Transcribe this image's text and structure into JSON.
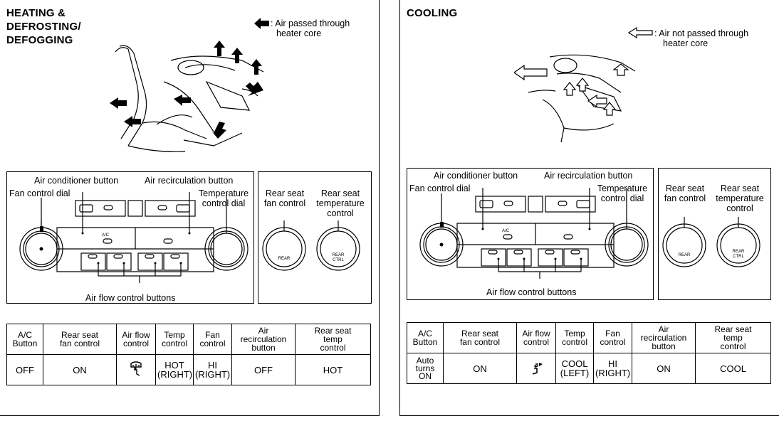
{
  "heating": {
    "title_lines": [
      "HEATING &",
      "DEFROSTING/",
      "DEFOGGING"
    ],
    "legend_lines": [
      ": Air passed through",
      "heater core"
    ],
    "labels": {
      "ac_button": "Air conditioner button",
      "recirc_button": "Air recirculation button",
      "fan_dial": "Fan control dial",
      "temp_dial": [
        "Temperature",
        "control dial"
      ],
      "airflow_buttons": "Air flow control buttons",
      "rear_fan": [
        "Rear seat",
        "fan control"
      ],
      "rear_temp": [
        "Rear seat",
        "temperature",
        "control"
      ]
    },
    "table": {
      "headers": [
        [
          "A/C",
          "Button"
        ],
        [
          "Rear seat",
          "fan control"
        ],
        [
          "Air flow",
          "control"
        ],
        [
          "Temp",
          "control"
        ],
        [
          "Fan",
          "control"
        ],
        [
          "Air",
          "recirculation",
          "button"
        ],
        [
          "Rear seat",
          "temp",
          "control"
        ]
      ],
      "values": [
        [
          "OFF"
        ],
        [
          "ON"
        ],
        [
          ""
        ],
        [
          "HOT",
          "(RIGHT)"
        ],
        [
          "HI",
          "(RIGHT)"
        ],
        [
          "OFF"
        ],
        [
          "HOT"
        ]
      ]
    }
  },
  "cooling": {
    "title_lines": [
      "COOLING"
    ],
    "legend_lines": [
      ": Air not passed through",
      "heater core"
    ],
    "labels": {
      "ac_button": "Air conditioner button",
      "recirc_button": "Air recirculation button",
      "fan_dial": "Fan control dial",
      "temp_dial": [
        "Temperature",
        "control dial"
      ],
      "airflow_buttons": "Air flow control buttons",
      "rear_fan": [
        "Rear seat",
        "fan control"
      ],
      "rear_temp": [
        "Rear seat",
        "temperature",
        "control"
      ]
    },
    "table": {
      "headers": [
        [
          "A/C",
          "Button"
        ],
        [
          "Rear seat",
          "fan control"
        ],
        [
          "Air flow",
          "control"
        ],
        [
          "Temp",
          "control"
        ],
        [
          "Fan",
          "control"
        ],
        [
          "Air",
          "recirculation",
          "button"
        ],
        [
          "Rear seat",
          "temp",
          "control"
        ]
      ],
      "values": [
        [
          "Auto",
          "turns",
          "ON"
        ],
        [
          "ON"
        ],
        [
          ""
        ],
        [
          "COOL",
          "(LEFT)"
        ],
        [
          "HI",
          "(RIGHT)"
        ],
        [
          "ON"
        ],
        [
          "COOL"
        ]
      ]
    }
  },
  "panel_text": {
    "ac": "A/C",
    "rear": "REAR",
    "rear_ctrl": [
      "REAR",
      "CTRL"
    ]
  },
  "icons": [
    "solid-arrow-icon",
    "hollow-arrow-icon",
    "fan-icon",
    "defrost-icon",
    "recirculation-icon",
    "floor-defrost-icon",
    "vent-icon"
  ]
}
